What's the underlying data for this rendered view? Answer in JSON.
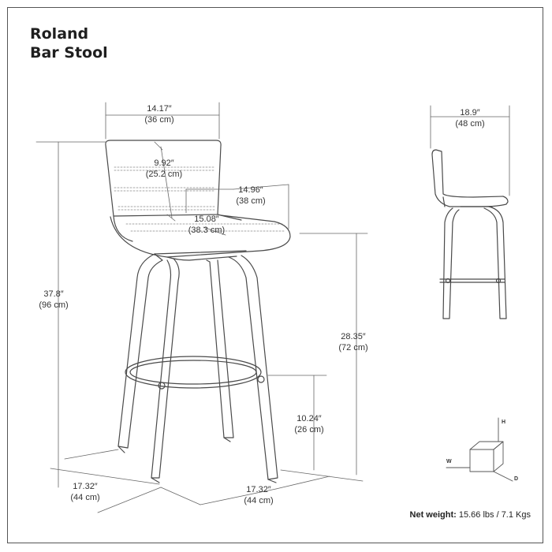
{
  "title": {
    "line1": "Roland",
    "line2": "Bar Stool"
  },
  "dimensions": {
    "back_width": {
      "in": "14.17″",
      "cm": "(36 cm)"
    },
    "back_height": {
      "in": "9.92″",
      "cm": "(25.2 cm)"
    },
    "seat_depth": {
      "in": "14.96″",
      "cm": "(38 cm)"
    },
    "seat_width": {
      "in": "15.08″",
      "cm": "(38.3 cm)"
    },
    "total_height": {
      "in": "37.8″",
      "cm": "(96 cm)"
    },
    "seat_height": {
      "in": "28.35″",
      "cm": "(72 cm)"
    },
    "footrest_height": {
      "in": "10.24″",
      "cm": "(26 cm)"
    },
    "base_width_left": {
      "in": "17.32″",
      "cm": "(44 cm)"
    },
    "base_width_right": {
      "in": "17.32″",
      "cm": "(44 cm)"
    },
    "side_depth": {
      "in": "18.9″",
      "cm": "(48 cm)"
    }
  },
  "axes": {
    "h": "H",
    "w": "W",
    "d": "D"
  },
  "weight": {
    "label": "Net weight:",
    "value": "15.66 lbs / 7.1 Kgs"
  }
}
